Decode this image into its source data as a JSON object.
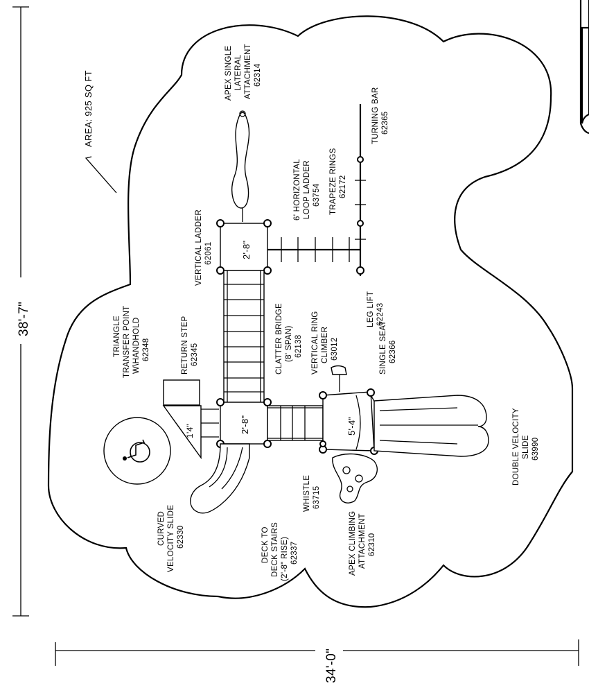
{
  "dimensions": {
    "height": "38'-7\"",
    "width": "34'-0\""
  },
  "area": "AREA: 925 SQ FT",
  "decks": {
    "top": "2'-8\"",
    "middle": "2'-8\"",
    "right": "5'-4\"",
    "triangle": "1'4\""
  },
  "labels": {
    "apex_lateral": [
      "APEX SINGLE",
      "LATERAL",
      "ATTACHMENT",
      "62314"
    ],
    "turning_bar": [
      "TURNING BAR",
      "62365"
    ],
    "trapeze_rings": [
      "TRAPEZE RINGS",
      "62172"
    ],
    "horizontal_ladder": [
      "6' HORIZONTAL",
      "LOOP LADDER",
      "63754"
    ],
    "vertical_ladder": [
      "VERTICAL LADDER",
      "62061"
    ],
    "leg_lift": [
      "LEG LIFT",
      "62243"
    ],
    "single_seat": [
      "SINGLE SEAT",
      "62366"
    ],
    "ring_climber": [
      "VERTICAL RING",
      "CLIMBER",
      "63012"
    ],
    "clatter_bridge": [
      "CLATTER BRIDGE",
      "(8' SPAN)",
      "62138"
    ],
    "return_step": [
      "RETURN STEP",
      "62345"
    ],
    "triangle_transfer": [
      "TRIANGLE",
      "TRANSFER POINT",
      "W\\HANDHOLD",
      "62348"
    ],
    "double_slide": [
      "DOUBLE VELOCITY",
      "SLIDE",
      "63990"
    ],
    "whistle": [
      "WHISTLE",
      "63715"
    ],
    "apex_climbing": [
      "APEX CLIMBING",
      "ATTACHMENT",
      "62310"
    ],
    "deck_stairs": [
      "DECK TO",
      "DECK STAIRS",
      "(2'-8\" RISE)",
      "62337"
    ],
    "curved_slide": [
      "CURVED",
      "VELOCITY SLIDE",
      "62330"
    ]
  },
  "icons": {
    "accessibility": "wheelchair-icon"
  }
}
